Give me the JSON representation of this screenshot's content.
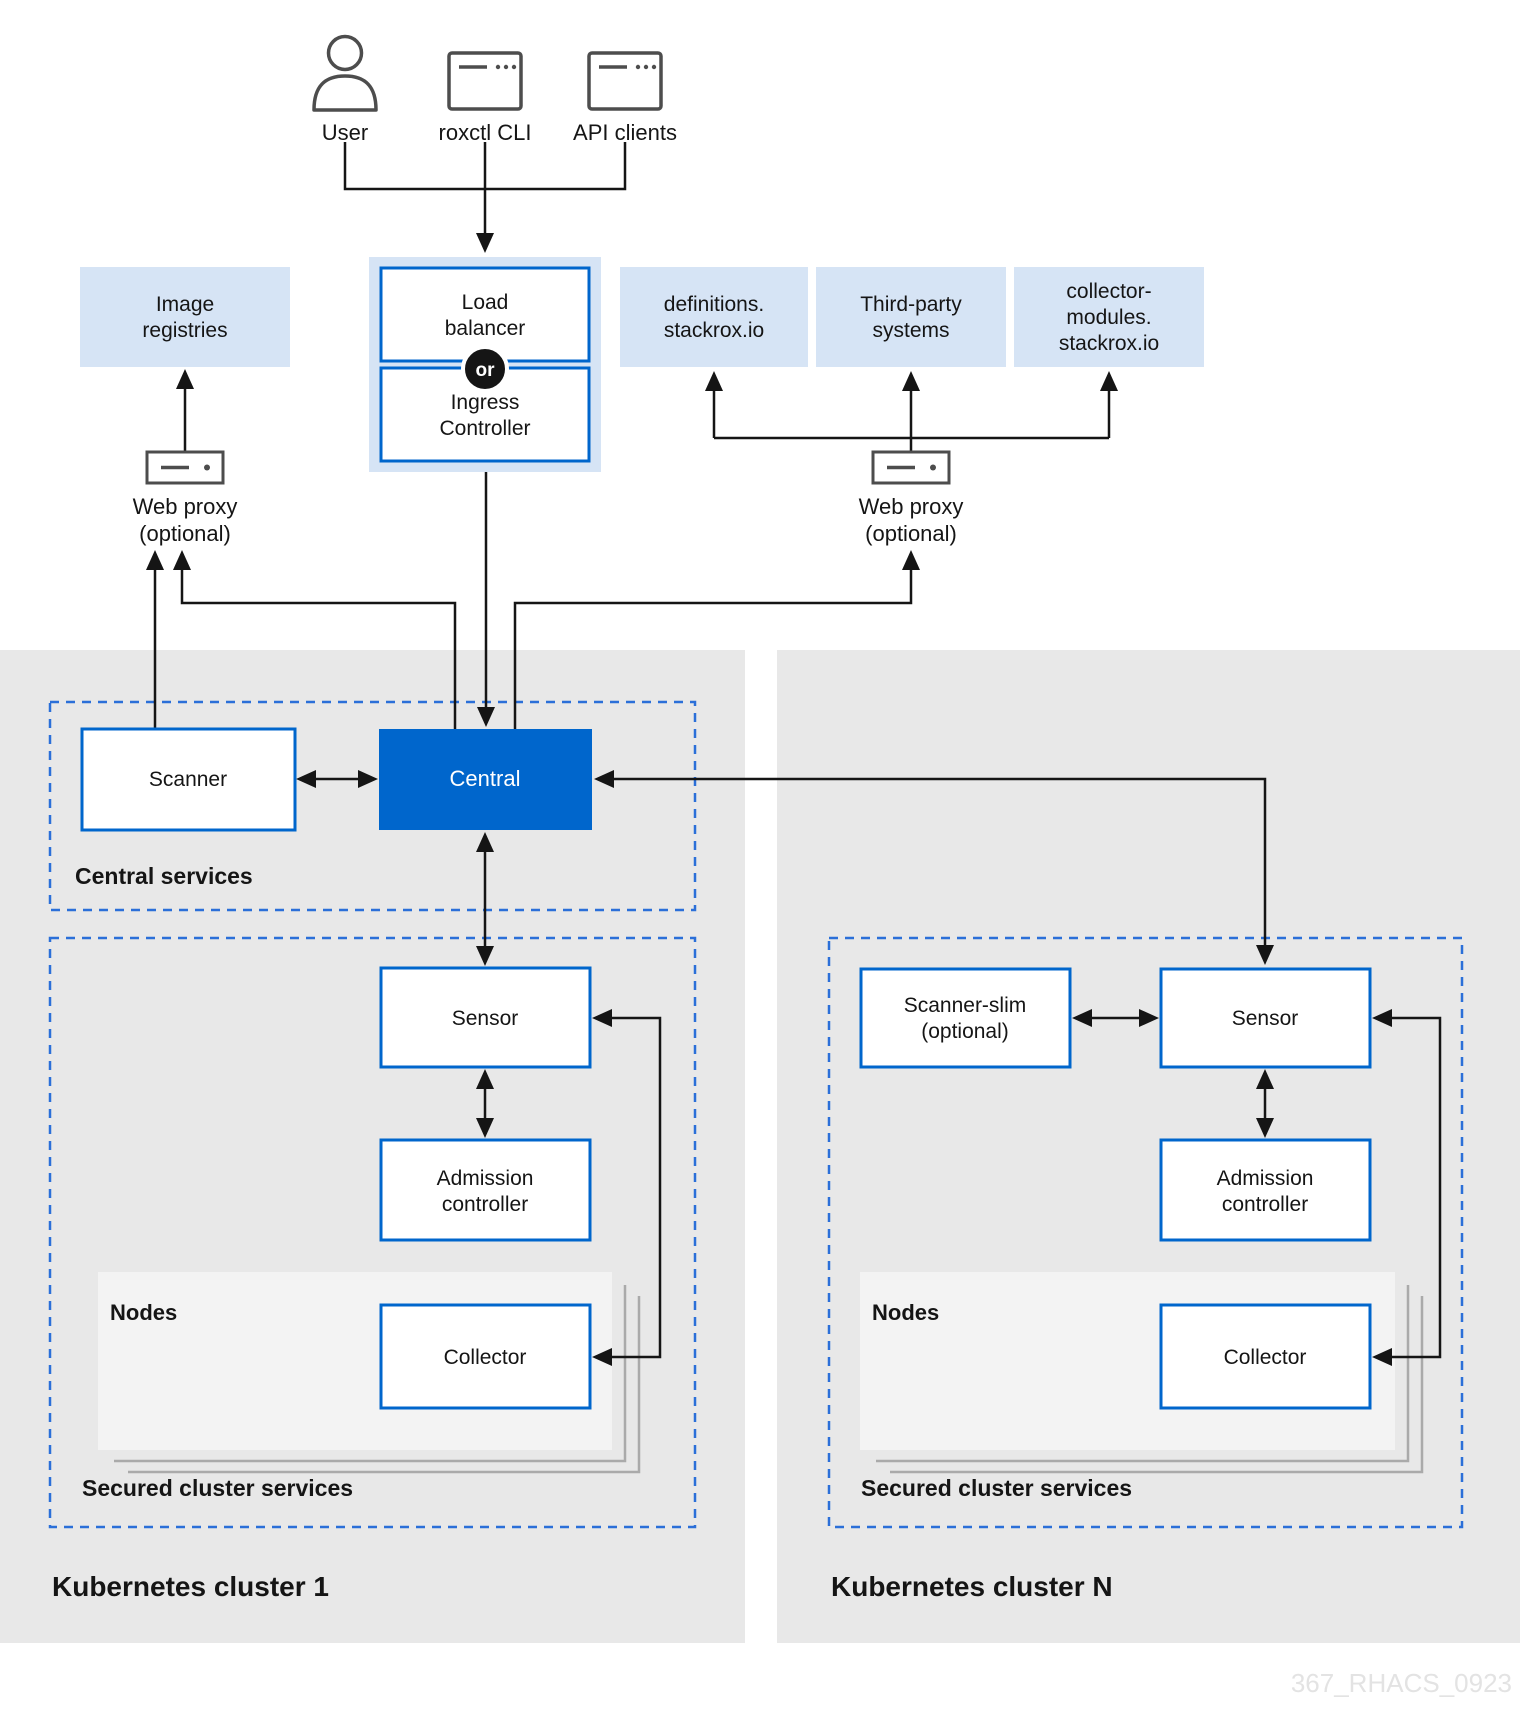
{
  "watermark": "367_RHACS_0923",
  "colors": {
    "accent_blue": "#0066cc",
    "light_blue": "#d6e4f5",
    "dashed_blue": "#2b6fd8",
    "cluster_gray": "#e8e8e8",
    "nodes_gray": "#f3f3f3",
    "icon_gray": "#4d4d4d",
    "text_dark": "#151515"
  },
  "actors": {
    "user": "User",
    "roxctl_cli": "roxctl CLI",
    "api_clients": "API clients"
  },
  "gateway": {
    "load_balancer_l1": "Load",
    "load_balancer_l2": "balancer",
    "or_badge": "or",
    "ingress_l1": "Ingress",
    "ingress_l2": "Controller"
  },
  "external": {
    "image_registries_l1": "Image",
    "image_registries_l2": "registries",
    "definitions_l1": "definitions.",
    "definitions_l2": "stackrox.io",
    "third_party_l1": "Third-party",
    "third_party_l2": "systems",
    "collector_modules_l1": "collector-",
    "collector_modules_l2": "modules.",
    "collector_modules_l3": "stackrox.io",
    "web_proxy_left_l1": "Web proxy",
    "web_proxy_left_l2": "(optional)",
    "web_proxy_right_l1": "Web proxy",
    "web_proxy_right_l2": "(optional)"
  },
  "central_services": {
    "section_label": "Central services",
    "scanner": "Scanner",
    "central": "Central"
  },
  "cluster1": {
    "title": "Kubernetes cluster 1",
    "secured_label": "Secured cluster services",
    "sensor": "Sensor",
    "admission_l1": "Admission",
    "admission_l2": "controller",
    "nodes_label": "Nodes",
    "collector": "Collector"
  },
  "clusterN": {
    "title": "Kubernetes cluster N",
    "secured_label": "Secured cluster services",
    "scanner_slim_l1": "Scanner-slim",
    "scanner_slim_l2": "(optional)",
    "sensor": "Sensor",
    "admission_l1": "Admission",
    "admission_l2": "controller",
    "nodes_label": "Nodes",
    "collector": "Collector"
  }
}
